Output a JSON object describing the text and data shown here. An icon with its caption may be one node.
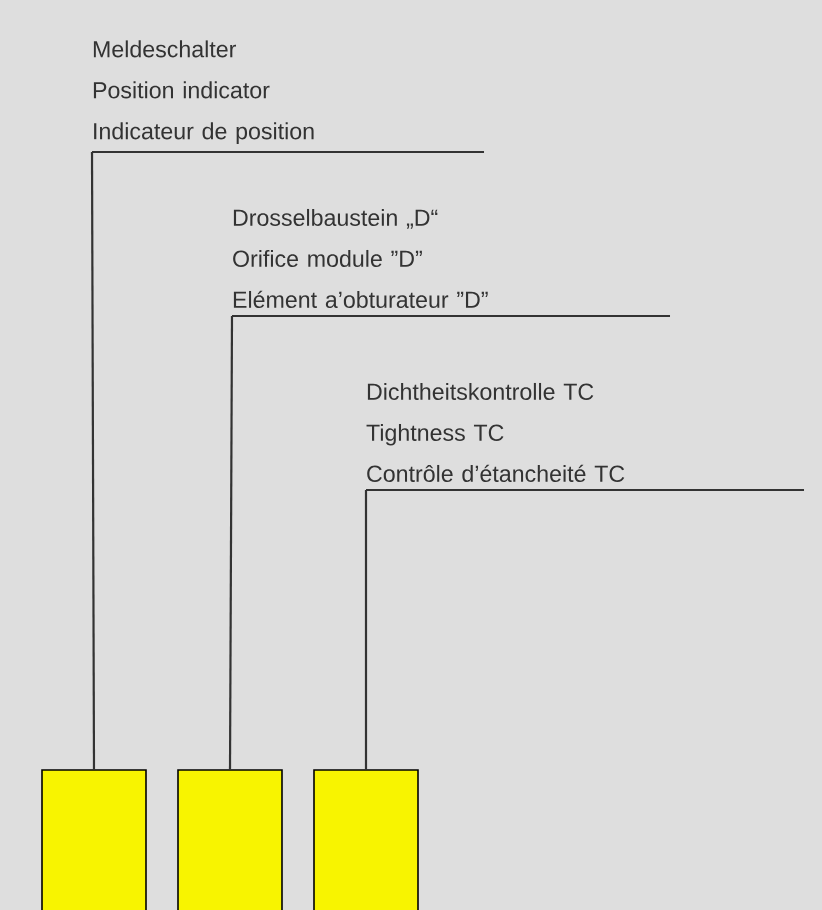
{
  "diagram": {
    "nodes": [
      {
        "text": [
          "Meldeschalter",
          "Position indicator",
          "Indicateur de position"
        ]
      },
      {
        "text": [
          "Drosselbaustein „D“",
          "Orifice module ”D”",
          "Elément a’obturateur ”D”"
        ]
      },
      {
        "text": [
          "Dichtheitskontrolle TC",
          "Tightness TC",
          "Contrôle d’étancheité TC"
        ]
      },
      {
        "text": [],
        "shape": "box"
      },
      {
        "text": [],
        "shape": "box"
      },
      {
        "text": [],
        "shape": "box"
      }
    ],
    "edges": [
      {
        "from": 0,
        "to": 3,
        "arrow": "none"
      },
      {
        "from": 1,
        "to": 4,
        "arrow": "none"
      },
      {
        "from": 2,
        "to": 5,
        "arrow": "none"
      }
    ]
  }
}
